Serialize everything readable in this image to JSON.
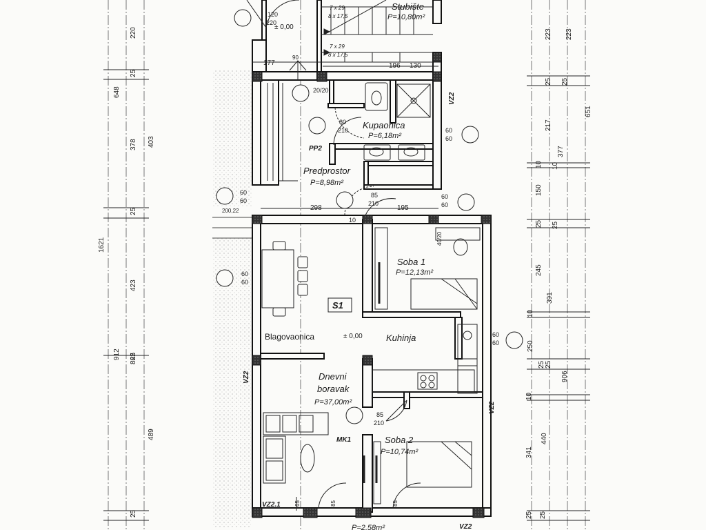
{
  "rooms": {
    "stubiste": {
      "name": "Stubište",
      "area": "P=10,80m²"
    },
    "kupaonica": {
      "name": "Kupaonica",
      "area": "P=6,18m²"
    },
    "predprostor": {
      "name": "Predprostor",
      "area": "P=8,98m²"
    },
    "soba1": {
      "name": "Soba 1",
      "area": "P=12,13m²"
    },
    "blagovaonica": {
      "name": "Blagovaonica"
    },
    "kuhinja": {
      "name": "Kuhinja"
    },
    "dnevni": {
      "name1": "Dnevni",
      "name2": "boravak",
      "area": "P=37,00m²"
    },
    "soba2": {
      "name": "Soba 2",
      "area": "P=10,74m²"
    },
    "bottom": {
      "area": "P=2,58m²"
    }
  },
  "tags": {
    "s1": "S1",
    "pp2": "PP2",
    "mk1": "MK1",
    "vz2": "VZ2",
    "vz2b": "VZ2",
    "vz2c": "VZ2",
    "vz2d": "VZ2",
    "vz21": "VZ2.1"
  },
  "levels": {
    "level_main": "± 0,00",
    "level_top": "± 0,00"
  },
  "stairs": {
    "steps1": "7 x 29",
    "steps2": "8 x 17,5",
    "steps3": "7 x 29",
    "steps4": "8 x 17,5"
  },
  "door_labels": {
    "d_120": "120",
    "d_220": "220",
    "d_80": "80",
    "d_210a": "210",
    "d_85a": "85",
    "d_210b": "210",
    "d_85b": "85",
    "d_210c": "210",
    "d_2020": "20/20",
    "w_60a": "60",
    "w_60b": "60",
    "w_60c": "60",
    "w_60d": "60",
    "w_60e": "60",
    "w_60f": "60",
    "w_60g": "60",
    "w_60h": "60",
    "w_60i": "60",
    "w_60j": "60",
    "d_90": "90",
    "d_10a": "10",
    "w_4020": "40/20",
    "d_85c": "85",
    "d_85d": "85",
    "d_65": "65",
    "w_200": "200,22"
  },
  "dims_horizontal": {
    "h177": "177",
    "h196": "196",
    "h130": "130",
    "h298": "298",
    "h195": "195",
    "h10": "10"
  },
  "dims_left_outer": {
    "a": "648",
    "b": "1621",
    "c": "912"
  },
  "dims_left_mid": {
    "a": "220",
    "b": "25",
    "c": "378",
    "d": "25",
    "e": "423",
    "f": "25",
    "g": "862",
    "h": "25"
  },
  "dims_left_inner": {
    "a": "403",
    "b": "489"
  },
  "dims_right_1": {
    "a": "223",
    "b": "25",
    "c": "217",
    "d": "10",
    "e": "150",
    "f": "25",
    "g": "245",
    "h": "10",
    "i": "250",
    "j": "25",
    "k": "10",
    "l": "341",
    "m": "25"
  },
  "dims_right_2": {
    "a": "223",
    "b": "25",
    "c": "377",
    "d": "10",
    "e": "25",
    "f": "391",
    "g": "25",
    "h": "440",
    "i": "25"
  },
  "dims_right_3": {
    "a": "651",
    "b": "906"
  }
}
